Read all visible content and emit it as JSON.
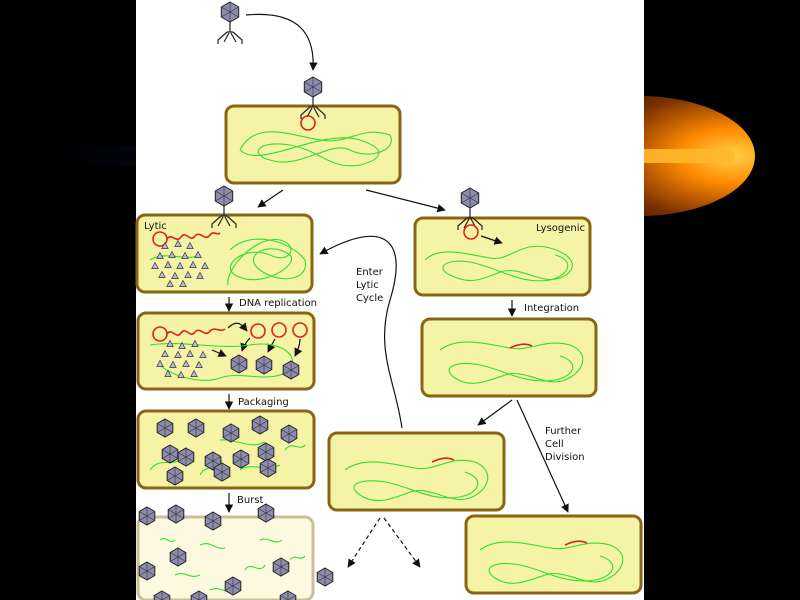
{
  "diagram": {
    "labels": {
      "lytic": "Lytic",
      "lysogenic": "Lysogenic",
      "dna_replication": "DNA replication",
      "packaging": "Packaging",
      "burst": "Burst",
      "integration": "Integration",
      "enter_lytic_1": "Enter",
      "enter_lytic_2": "Lytic",
      "enter_lytic_3": "Cycle",
      "further_1": "Further",
      "further_2": "Cell",
      "further_3": "Division"
    },
    "colors": {
      "cell_fill": "#f5f3a6",
      "cell_border": "#8a6514",
      "bacterial_dna": "#33dd33",
      "phage_dna": "#dd2222",
      "phage": "#8e8cae"
    }
  }
}
